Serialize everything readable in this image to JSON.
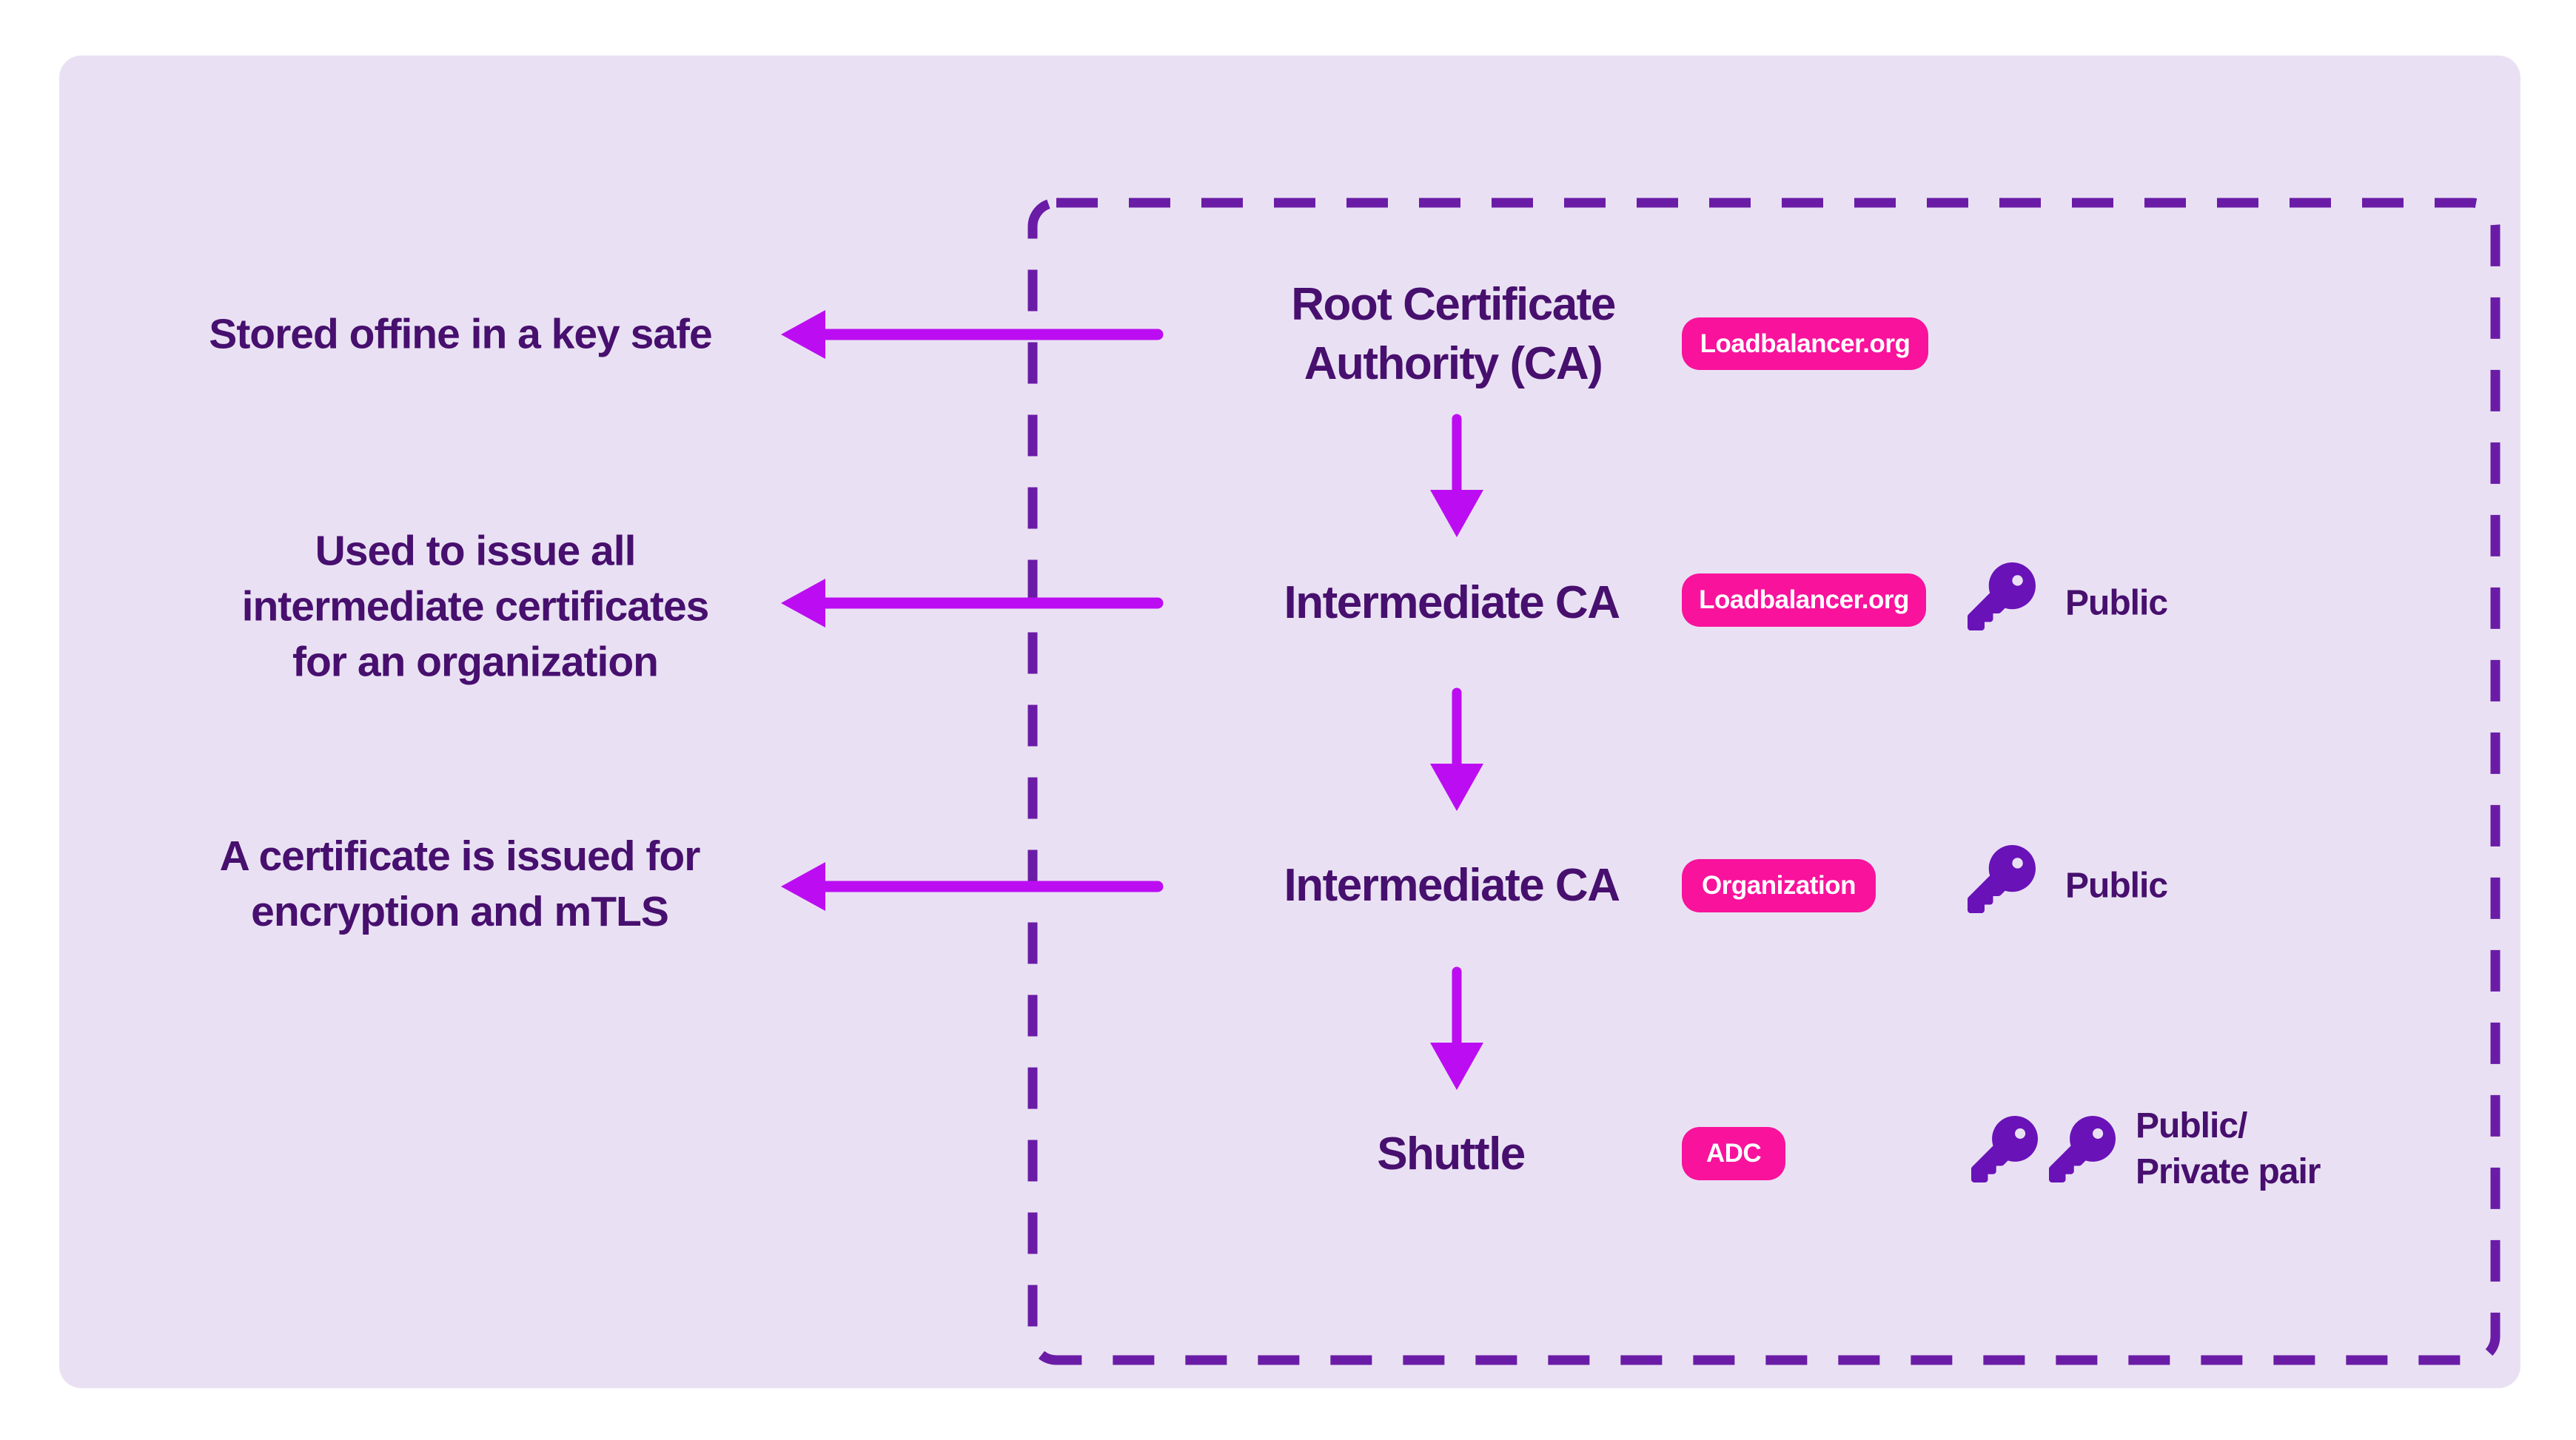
{
  "colors": {
    "page_bg": "#ffffff",
    "panel_bg": "#E9E1F3",
    "text": "#470F6E",
    "arrow": "#BC0DF2",
    "dashed_border": "#6A1CA6",
    "key": "#6912B8",
    "badge": "#F9129C",
    "badge_text": "#ffffff"
  },
  "icons": {
    "key": "key-icon",
    "left_arrow": "left-arrow-icon",
    "down_arrow": "down-arrow-icon"
  },
  "annotations": [
    {
      "line1": "Stored offine in a key safe"
    },
    {
      "line1": "Used to issue all",
      "line2": "intermediate certificates",
      "line3": "for an organization"
    },
    {
      "line1": "A certificate is issued for",
      "line2": "encryption and mTLS"
    }
  ],
  "nodes": [
    {
      "line1": "Root Certificate",
      "line2": "Authority (CA)",
      "badge": "Loadbalancer.org"
    },
    {
      "line1": "Intermediate CA",
      "badge": "Loadbalancer.org",
      "key_label": "Public"
    },
    {
      "line1": "Intermediate CA",
      "badge": "Organization",
      "key_label": "Public"
    },
    {
      "line1": "Shuttle",
      "badge": "ADC",
      "key_label_line1": "Public/",
      "key_label_line2": "Private pair"
    }
  ]
}
